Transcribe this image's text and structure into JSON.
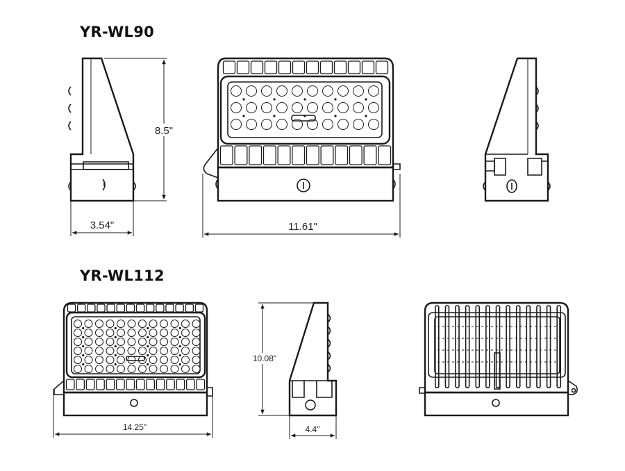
{
  "models": [
    {
      "name": "YR-WL90",
      "dimensions": {
        "height": "8.5\"",
        "depth": "3.54\"",
        "width": "11.61\""
      }
    },
    {
      "name": "YR-WL112",
      "dimensions": {
        "width": "14.25\"",
        "height": "10.08\"",
        "depth": "4.4\""
      }
    }
  ],
  "colors": {
    "line": "#1a1a1a",
    "background": "#ffffff"
  }
}
